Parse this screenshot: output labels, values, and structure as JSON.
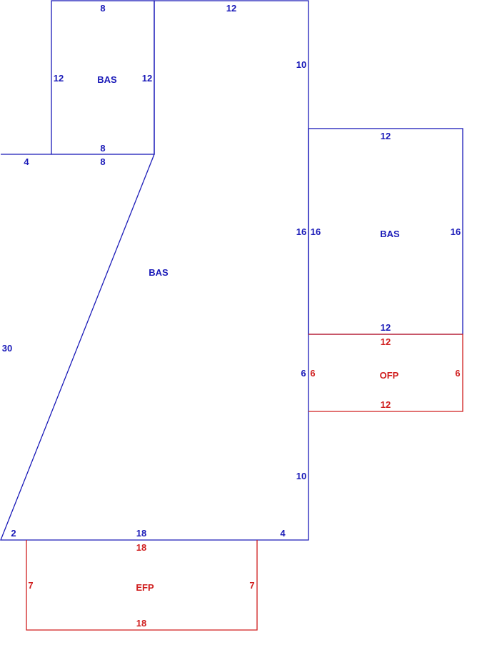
{
  "colors": {
    "living": "#1a1ab8",
    "porch": "#d01e1e",
    "background": "#ffffff"
  },
  "areas": [
    {
      "id": "bas-top",
      "code": "BAS",
      "kind": "living",
      "dims": {
        "top": "8",
        "bottom": "8",
        "left": "12",
        "right": "12"
      }
    },
    {
      "id": "bas-main",
      "code": "BAS",
      "kind": "living",
      "dims": {
        "left": "30",
        "top_left": "4",
        "top_mid": "8",
        "top_right": "12",
        "right_upper": "10",
        "right_seg1": "16",
        "right_seg2": "6",
        "right_lower": "10",
        "bottom_left": "2",
        "bottom_mid": "18",
        "bottom_right": "4"
      }
    },
    {
      "id": "bas-right",
      "code": "BAS",
      "kind": "living",
      "dims": {
        "top": "12",
        "bottom": "12",
        "left": "16",
        "right": "16"
      }
    },
    {
      "id": "ofp",
      "code": "OFP",
      "kind": "porch",
      "dims": {
        "top": "12",
        "bottom": "12",
        "left": "6",
        "right": "6"
      }
    },
    {
      "id": "efp",
      "code": "EFP",
      "kind": "porch",
      "dims": {
        "top": "18",
        "bottom": "18",
        "left": "7",
        "right": "7"
      }
    }
  ]
}
